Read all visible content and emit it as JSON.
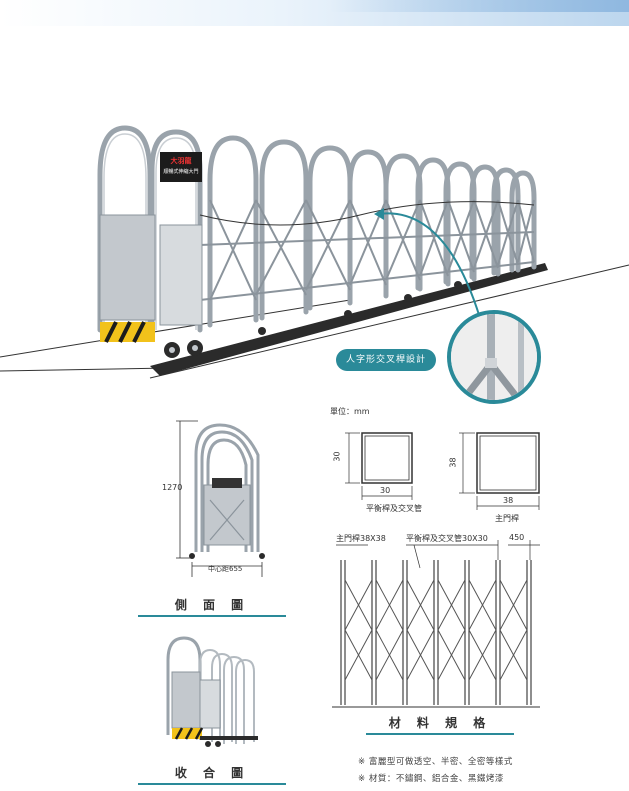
{
  "gate_sign": {
    "brand": "大羽龍",
    "subtitle": "順暢式伸縮大門"
  },
  "callout": {
    "text": "人字形交叉桿設計"
  },
  "side_view": {
    "height": "1270",
    "center_distance": "中心距655",
    "title": "側 面 圖"
  },
  "folded_view": {
    "title": "收 合 圖"
  },
  "spec": {
    "unit": "單位：mm",
    "tube_small": {
      "width": "30",
      "height": "30",
      "caption": "平衡桿及交叉管"
    },
    "tube_large": {
      "width": "38",
      "height": "38",
      "caption": "主門桿"
    },
    "elevation": {
      "main_bar": "主門桿38X38",
      "cross_bar": "平衡桿及交叉管30X30",
      "pitch": "450"
    },
    "title": "材 料 規 格"
  },
  "notes": [
    "※ 富麗型可做透空、半密、全密等樣式",
    "※ 材質：不鏽鋼、鋁合金、黑鐵烤漆"
  ],
  "colors": {
    "accent": "#2a8a99",
    "steel": "#9aa3ab",
    "dark": "#2b2b2b",
    "hazard": "#f2c21b"
  }
}
